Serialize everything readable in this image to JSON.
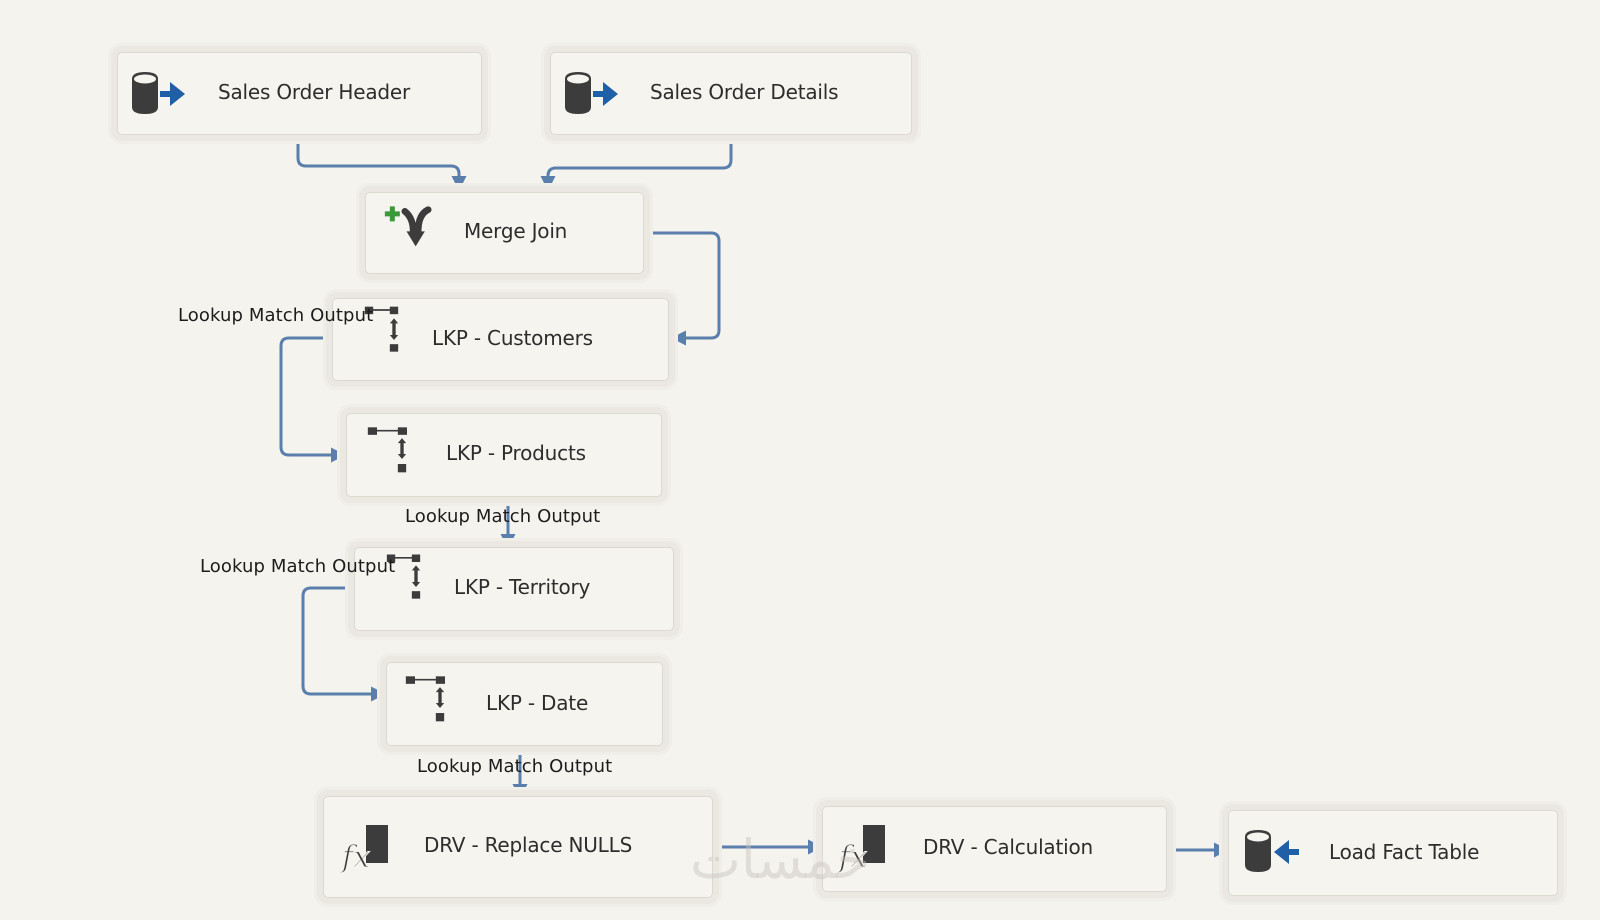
{
  "diagram": {
    "type": "SSIS Data Flow",
    "colors": {
      "background": "#f5f3ee",
      "connector": "#5b7fad",
      "icon_dark": "#3c3c3c",
      "icon_blue": "#1f5fa8",
      "icon_green": "#3a9a3a"
    },
    "nodes": [
      {
        "id": "sales-order-header",
        "label": "Sales Order Header",
        "icon": "ole-db-source-icon"
      },
      {
        "id": "sales-order-details",
        "label": "Sales Order Details",
        "icon": "ole-db-source-icon"
      },
      {
        "id": "merge-join",
        "label": "Merge Join",
        "icon": "merge-join-icon"
      },
      {
        "id": "lkp-customers",
        "label": "LKP - Customers",
        "icon": "lookup-icon"
      },
      {
        "id": "lkp-products",
        "label": "LKP - Products",
        "icon": "lookup-icon"
      },
      {
        "id": "lkp-territory",
        "label": "LKP - Territory",
        "icon": "lookup-icon"
      },
      {
        "id": "lkp-date",
        "label": "LKP - Date",
        "icon": "lookup-icon"
      },
      {
        "id": "drv-replace-nulls",
        "label": "DRV - Replace NULLS",
        "icon": "derived-column-icon"
      },
      {
        "id": "drv-calculation",
        "label": "DRV - Calculation",
        "icon": "derived-column-icon"
      },
      {
        "id": "load-fact-table",
        "label": "Load Fact Table",
        "icon": "ole-db-destination-icon"
      }
    ],
    "edges": [
      {
        "from": "sales-order-header",
        "to": "merge-join",
        "label": ""
      },
      {
        "from": "sales-order-details",
        "to": "merge-join",
        "label": ""
      },
      {
        "from": "merge-join",
        "to": "lkp-customers",
        "label": ""
      },
      {
        "from": "lkp-customers",
        "to": "lkp-products",
        "label": "Lookup Match Output"
      },
      {
        "from": "lkp-products",
        "to": "lkp-territory",
        "label": "Lookup Match Output"
      },
      {
        "from": "lkp-territory",
        "to": "lkp-date",
        "label": "Lookup Match Output"
      },
      {
        "from": "lkp-date",
        "to": "drv-replace-nulls",
        "label": "Lookup Match Output"
      },
      {
        "from": "drv-replace-nulls",
        "to": "drv-calculation",
        "label": ""
      },
      {
        "from": "drv-calculation",
        "to": "load-fact-table",
        "label": ""
      }
    ],
    "watermark": "خمسات"
  }
}
